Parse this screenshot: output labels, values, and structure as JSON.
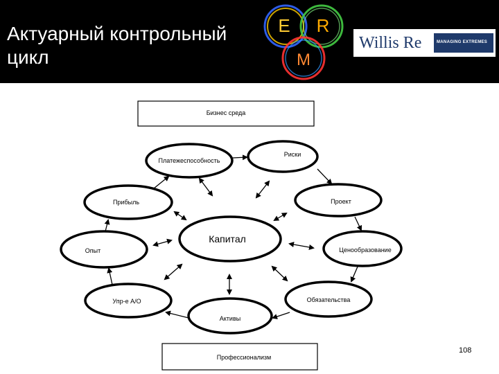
{
  "slide": {
    "title_line1": "Актуарный контрольный",
    "title_line2": "цикл",
    "page_number": "108"
  },
  "logos": {
    "erm_letters": [
      "E",
      "R",
      "M"
    ],
    "willis_name": "Willis Re",
    "willis_tagline": "MANAGING EXTREMES"
  },
  "diagram": {
    "top_box": "Бизнес среда",
    "bottom_box": "Профессионализм",
    "center": "Капитал",
    "nodes": {
      "solvency": "Платежеспособность",
      "risks": "Риски",
      "project": "Проект",
      "pricing": "Ценообразование",
      "liabilities": "Обязательства",
      "assets": "Активы",
      "alm": "Упр-е А/О",
      "experience": "Опыт",
      "profit": "Прибыль"
    }
  },
  "colors": {
    "header_bg": "#000000",
    "brand_blue": "#1f3a6b",
    "erm_e": "#3366ff",
    "erm_r": "#44cc44",
    "erm_m": "#ff3333"
  }
}
